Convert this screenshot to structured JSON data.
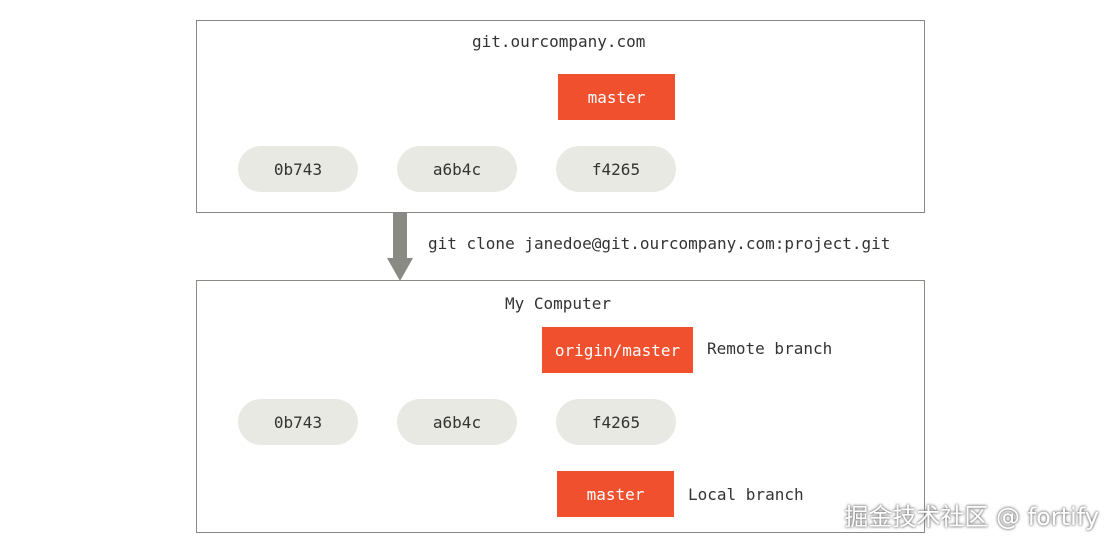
{
  "server": {
    "title": "git.ourcompany.com",
    "commits": [
      "0b743",
      "a6b4c",
      "f4265"
    ],
    "branch": "master"
  },
  "command": "git clone janedoe@git.ourcompany.com:project.git",
  "local": {
    "title": "My Computer",
    "commits": [
      "0b743",
      "a6b4c",
      "f4265"
    ],
    "remote_branch": "origin/master",
    "remote_branch_annotation": "Remote branch",
    "local_branch": "master",
    "local_branch_annotation": "Local branch"
  },
  "watermark": "掘金技术社区 @ fortify",
  "colors": {
    "branch": "#f0502d",
    "commit": "#e9e9e3",
    "arrow": "#8a8a85",
    "border": "#8a8a85"
  }
}
